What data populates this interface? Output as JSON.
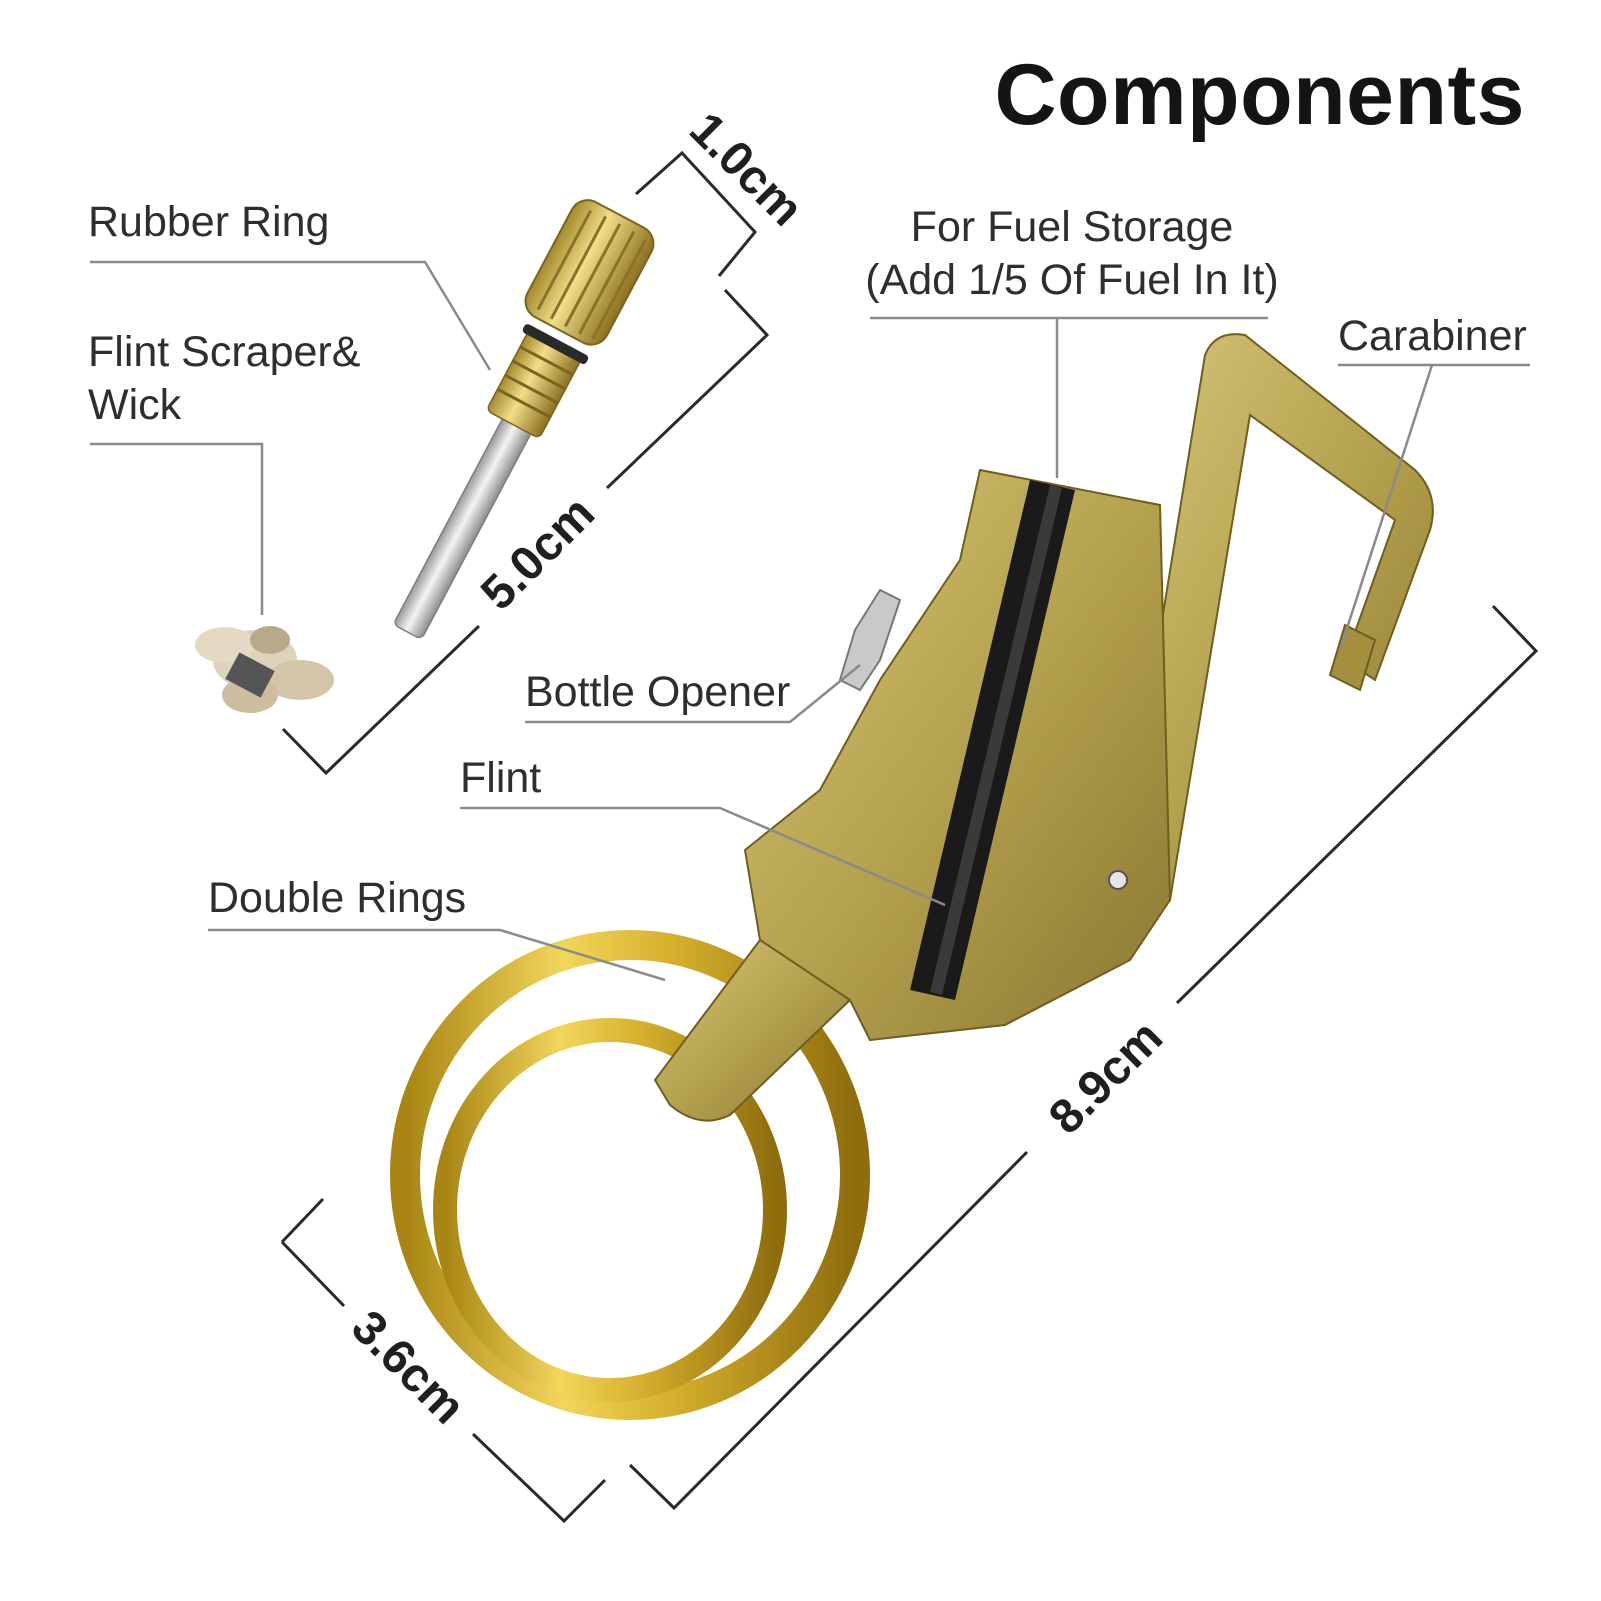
{
  "title": "Components",
  "labels": {
    "rubber_ring": "Rubber Ring",
    "flint_scraper_line1": "Flint Scraper&",
    "flint_scraper_line2": "Wick",
    "fuel_storage_line1": "For Fuel Storage",
    "fuel_storage_line2": "(Add 1/5 Of Fuel In It)",
    "carabiner": "Carabiner",
    "bottle_opener": "Bottle Opener",
    "flint": "Flint",
    "double_rings": "Double Rings"
  },
  "dimensions": {
    "insert_diameter": "1.0cm",
    "insert_length": "5.0cm",
    "keychain_length": "8.9cm",
    "ring_diameter": "3.6cm"
  },
  "colors": {
    "brass": "#b5a24e",
    "brass_dark": "#7d6b24",
    "gold_ring": "#d8b62f",
    "silver": "#d8d8d8",
    "flint": "#1a1a1a",
    "leader_line": "#8a8a8a"
  }
}
